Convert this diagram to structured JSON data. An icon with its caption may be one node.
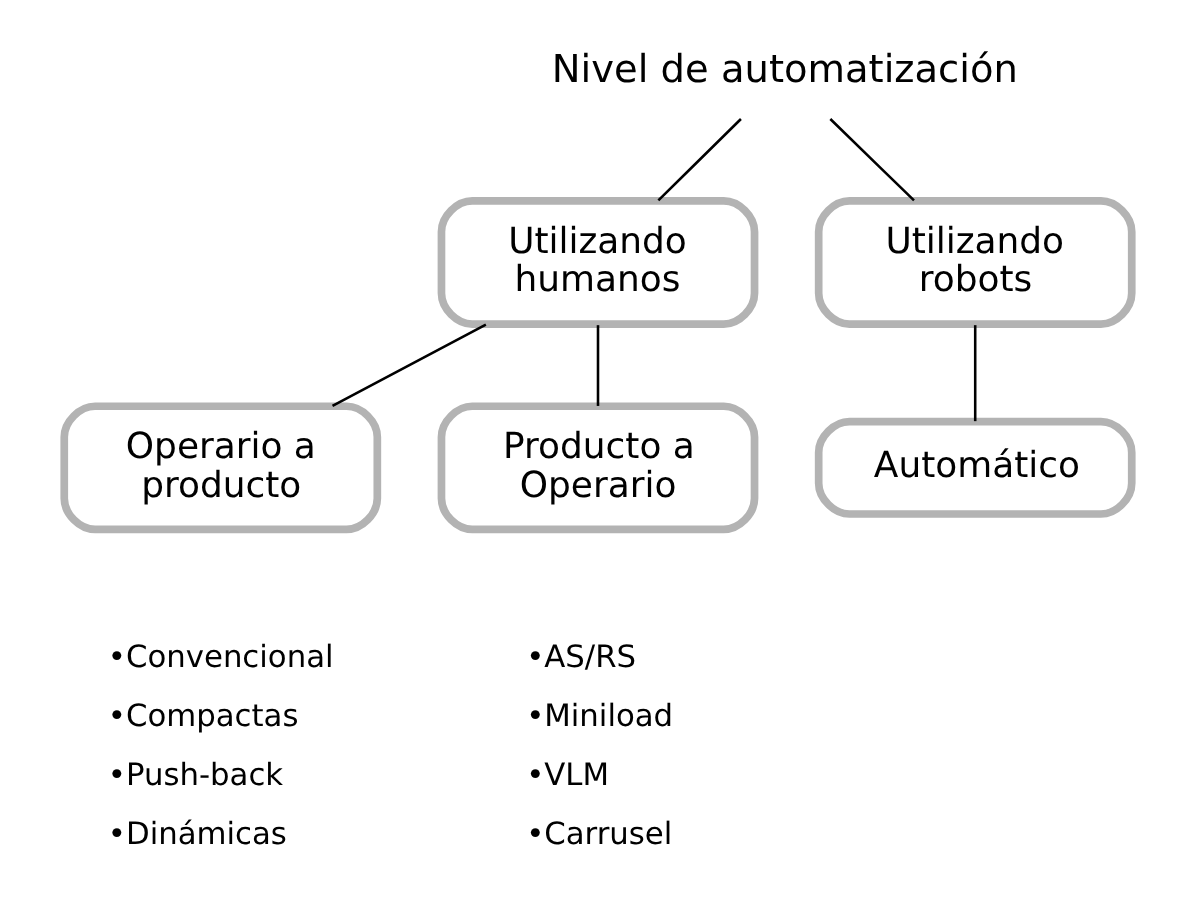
{
  "diagram": {
    "nodes": [
      {
        "text": [
          "Nivel de automatización"
        ]
      },
      {
        "text": [
          "Utilizando humanos"
        ]
      },
      {
        "text": [
          "Utilizando robots"
        ]
      },
      {
        "text": [
          "Operario a producto"
        ],
        "beside": [
          "•Convencional",
          "•Compactas",
          "•Push-back",
          "•Dinámicas"
        ]
      },
      {
        "text": [
          "Producto a Operario"
        ],
        "beside": [
          "•AS/RS",
          "•Miniload",
          "•VLM",
          "•Carrusel"
        ]
      },
      {
        "text": [
          "Automático"
        ]
      }
    ],
    "edges": [
      {
        "from": 0,
        "to": 1,
        "arrow": "none"
      },
      {
        "from": 0,
        "to": 2,
        "arrow": "none"
      },
      {
        "from": 1,
        "to": 3,
        "arrow": "none"
      },
      {
        "from": 1,
        "to": 4,
        "arrow": "none"
      },
      {
        "from": 2,
        "to": 5,
        "arrow": "none"
      }
    ]
  }
}
